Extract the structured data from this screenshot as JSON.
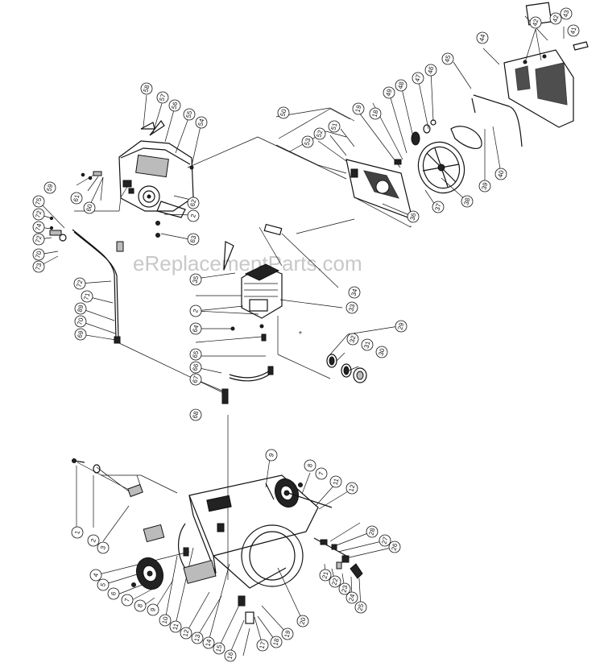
{
  "watermark": "eReplacementParts.com",
  "callouts": [
    {
      "id": "c1",
      "label": "1"
    },
    {
      "id": "c2",
      "label": "2"
    },
    {
      "id": "c3",
      "label": "3"
    },
    {
      "id": "c4",
      "label": "4"
    },
    {
      "id": "c5",
      "label": "5"
    },
    {
      "id": "c6",
      "label": "6"
    },
    {
      "id": "c7",
      "label": "7"
    },
    {
      "id": "c8",
      "label": "8"
    },
    {
      "id": "c9",
      "label": "9"
    },
    {
      "id": "c10",
      "label": "10"
    },
    {
      "id": "c11",
      "label": "11"
    },
    {
      "id": "c12",
      "label": "12"
    },
    {
      "id": "c13",
      "label": "13"
    },
    {
      "id": "c14",
      "label": "14"
    },
    {
      "id": "c15",
      "label": "15"
    },
    {
      "id": "c16",
      "label": "16"
    },
    {
      "id": "c17",
      "label": "17"
    },
    {
      "id": "c18",
      "label": "18"
    },
    {
      "id": "c19",
      "label": "19"
    },
    {
      "id": "c20",
      "label": "20"
    },
    {
      "id": "c21",
      "label": "21"
    },
    {
      "id": "c22",
      "label": "22"
    },
    {
      "id": "c23",
      "label": "23"
    },
    {
      "id": "c24",
      "label": "24"
    },
    {
      "id": "c25",
      "label": "25"
    },
    {
      "id": "c26",
      "label": "26"
    },
    {
      "id": "c27",
      "label": "27"
    },
    {
      "id": "c28",
      "label": "28"
    },
    {
      "id": "c29",
      "label": "29"
    },
    {
      "id": "c30",
      "label": "30"
    },
    {
      "id": "c31",
      "label": "31"
    },
    {
      "id": "c32",
      "label": "32"
    },
    {
      "id": "c33",
      "label": "33"
    },
    {
      "id": "c34",
      "label": "34"
    },
    {
      "id": "c35",
      "label": "35"
    },
    {
      "id": "c36",
      "label": "36"
    },
    {
      "id": "c37",
      "label": "37"
    },
    {
      "id": "c38",
      "label": "38"
    },
    {
      "id": "c39",
      "label": "39"
    },
    {
      "id": "c40",
      "label": "40"
    },
    {
      "id": "c41",
      "label": "41"
    },
    {
      "id": "c42",
      "label": "42"
    },
    {
      "id": "c43",
      "label": "43"
    },
    {
      "id": "c44",
      "label": "44"
    },
    {
      "id": "c45",
      "label": "45"
    },
    {
      "id": "c46",
      "label": "46"
    },
    {
      "id": "c47",
      "label": "47"
    },
    {
      "id": "c48",
      "label": "48"
    },
    {
      "id": "c49",
      "label": "49"
    },
    {
      "id": "c50",
      "label": "50"
    },
    {
      "id": "c51",
      "label": "51"
    },
    {
      "id": "c52",
      "label": "52"
    },
    {
      "id": "c53",
      "label": "53"
    },
    {
      "id": "c54",
      "label": "54"
    },
    {
      "id": "c55",
      "label": "55"
    },
    {
      "id": "c56",
      "label": "56"
    },
    {
      "id": "c57",
      "label": "57"
    },
    {
      "id": "c58",
      "label": "58"
    },
    {
      "id": "c59",
      "label": "59"
    },
    {
      "id": "c60",
      "label": "60"
    },
    {
      "id": "c61",
      "label": "61"
    },
    {
      "id": "c62",
      "label": "62"
    },
    {
      "id": "c63",
      "label": "63"
    },
    {
      "id": "c64",
      "label": "64"
    },
    {
      "id": "c65",
      "label": "65"
    },
    {
      "id": "c66",
      "label": "66"
    },
    {
      "id": "c67",
      "label": "67"
    },
    {
      "id": "c68",
      "label": "68"
    },
    {
      "id": "c69",
      "label": "69"
    },
    {
      "id": "c70",
      "label": "70"
    },
    {
      "id": "c71",
      "label": "71"
    },
    {
      "id": "c72",
      "label": "72"
    },
    {
      "id": "c73",
      "label": "73"
    },
    {
      "id": "c74",
      "label": "74"
    },
    {
      "id": "c75",
      "label": "75"
    },
    {
      "id": "c18b",
      "label": "18"
    },
    {
      "id": "c19b",
      "label": "19"
    },
    {
      "id": "c2b",
      "label": "2"
    },
    {
      "id": "c2c",
      "label": "2"
    },
    {
      "id": "c2d",
      "label": "2"
    },
    {
      "id": "c7b",
      "label": "7"
    },
    {
      "id": "c8b",
      "label": "8"
    },
    {
      "id": "c9b",
      "label": "9"
    },
    {
      "id": "c9c",
      "label": "9"
    },
    {
      "id": "c11b",
      "label": "11"
    },
    {
      "id": "c12b",
      "label": "12"
    },
    {
      "id": "c42b",
      "label": "42"
    },
    {
      "id": "c55b",
      "label": "55"
    },
    {
      "id": "c63b",
      "label": "63"
    },
    {
      "id": "c69b",
      "label": "69"
    },
    {
      "id": "c70b",
      "label": "70"
    },
    {
      "id": "c72b",
      "label": "72"
    },
    {
      "id": "c72c",
      "label": "72"
    },
    {
      "id": "c89",
      "label": "89"
    },
    {
      "id": "c89b",
      "label": "89"
    }
  ]
}
